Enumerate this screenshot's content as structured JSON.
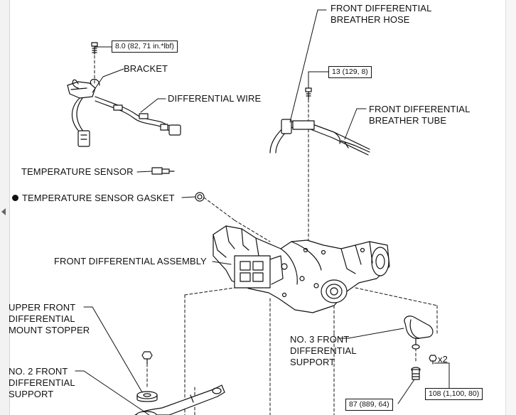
{
  "labels": {
    "breather_hose": "FRONT DIFFERENTIAL\nBREATHER HOSE",
    "bracket": "BRACKET",
    "differential_wire": "DIFFERENTIAL WIRE",
    "breather_tube": "FRONT DIFFERENTIAL\nBREATHER TUBE",
    "temperature_sensor": "TEMPERATURE SENSOR",
    "temperature_sensor_gasket": "TEMPERATURE SENSOR GASKET",
    "front_differential_assembly": "FRONT DIFFERENTIAL ASSEMBLY",
    "upper_mount_stopper": "UPPER FRONT\nDIFFERENTIAL\nMOUNT STOPPER",
    "no3_support": "NO. 3 FRONT\nDIFFERENTIAL\nSUPPORT",
    "no2_support": "NO. 2 FRONT\nDIFFERENTIAL\nSUPPORT",
    "x2": "x2"
  },
  "torques": {
    "bracket_bolt": "8.0 (82, 71 in.*lbf)",
    "hose_bolt": "13 (129, 8)",
    "support_bolt_87": "87 (889, 64)",
    "support_bolt_108": "108 (1,100, 80)"
  },
  "icons": {
    "non_reusable_part": "filled-circle-icon",
    "bolt": "bolt-icon",
    "nav_back": "chevron-left-icon"
  }
}
